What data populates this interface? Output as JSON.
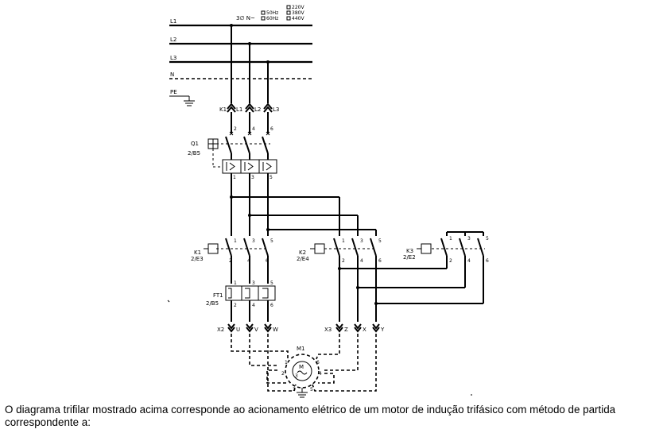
{
  "supply": {
    "phases": [
      "L1",
      "L2",
      "L3",
      "N",
      "PE"
    ],
    "system": "3∅ N~",
    "freq_options": [
      "50Hz",
      "60Hz"
    ],
    "volt_options": [
      "220V",
      "380V",
      "440V"
    ]
  },
  "fuse_labels": [
    "K1",
    "L1",
    "L2",
    "L3"
  ],
  "breaker": {
    "tag": "Q1",
    "ref": "2/B5",
    "terminals_top": [
      "2",
      "4",
      "6"
    ],
    "terminals_bottom": [
      "1",
      "3",
      "5"
    ]
  },
  "contactors": [
    {
      "tag": "K1",
      "ref": "2/E3"
    },
    {
      "tag": "K2",
      "ref": "2/E4"
    },
    {
      "tag": "K3",
      "ref": "2/E2"
    }
  ],
  "contact_terminals_top": [
    "1",
    "3",
    "5"
  ],
  "contact_terminals_bottom": [
    "2",
    "4",
    "6"
  ],
  "overload": {
    "tag": "FT1",
    "ref": "2/B5",
    "terminals_top": [
      "1",
      "3",
      "5"
    ],
    "terminals_bottom": [
      "2",
      "4",
      "6"
    ]
  },
  "outputs_left": [
    "X2",
    "U",
    "V",
    "W"
  ],
  "outputs_right": [
    "X3",
    "Z",
    "X",
    "Y"
  ],
  "motor": {
    "tag": "M1",
    "symbol": "M",
    "sub": "3",
    "terminals": [
      "1",
      "2",
      "3",
      "4",
      "5",
      "6"
    ]
  },
  "question": "O diagrama trifilar mostrado acima corresponde ao acionamento elétrico de um motor de indução trifásico com método de partida correspondente a:"
}
